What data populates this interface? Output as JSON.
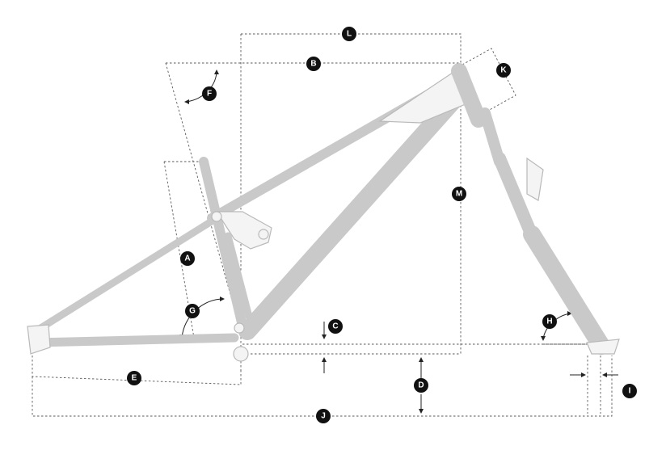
{
  "markers": [
    {
      "id": "A",
      "label": "A"
    },
    {
      "id": "B",
      "label": "B"
    },
    {
      "id": "C",
      "label": "C"
    },
    {
      "id": "D",
      "label": "D"
    },
    {
      "id": "E",
      "label": "E"
    },
    {
      "id": "F",
      "label": "F"
    },
    {
      "id": "G",
      "label": "G"
    },
    {
      "id": "H",
      "label": "H"
    },
    {
      "id": "I",
      "label": "I"
    },
    {
      "id": "J",
      "label": "J"
    },
    {
      "id": "K",
      "label": "K"
    },
    {
      "id": "L",
      "label": "L"
    },
    {
      "id": "M",
      "label": "M"
    }
  ],
  "colors": {
    "frame": "#c9c9c9",
    "dimension_lines": "#5a5a5a",
    "marker_fill": "#111111",
    "marker_text": "#ffffff"
  }
}
